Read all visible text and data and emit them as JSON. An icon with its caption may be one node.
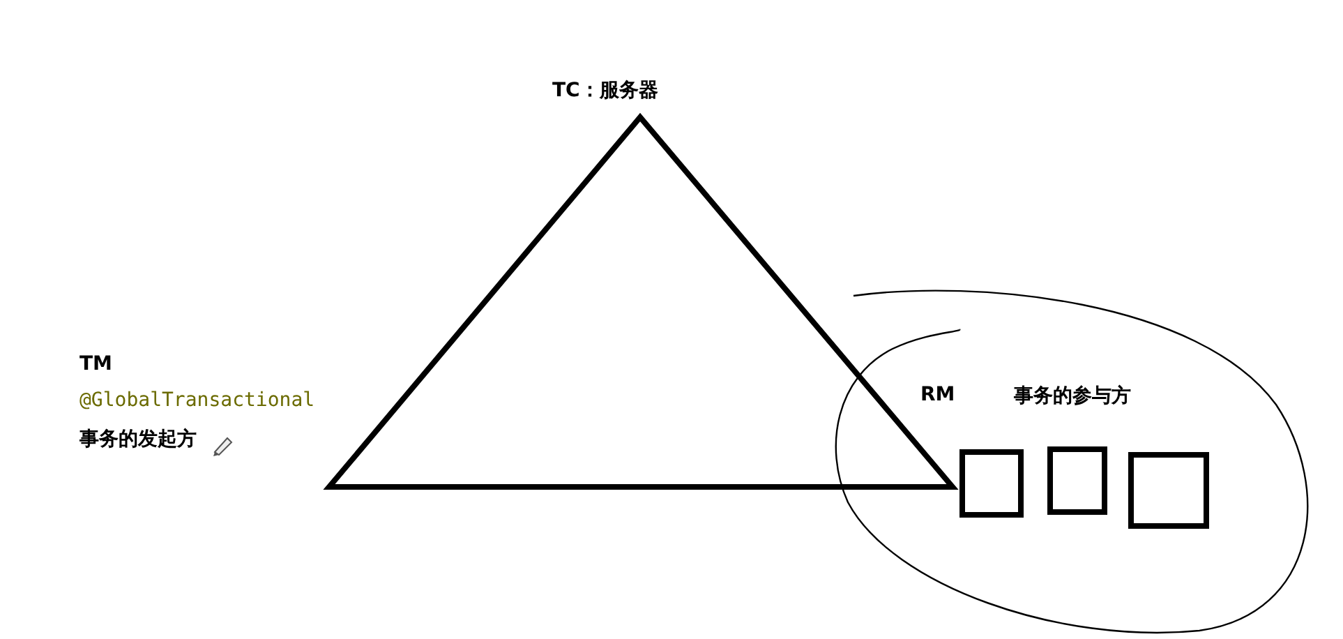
{
  "diagram": {
    "nodes": [
      {
        "text": [],
        "shape": "box"
      },
      {
        "text": [],
        "shape": "box"
      },
      {
        "text": [],
        "shape": "box"
      }
    ],
    "labels": [
      "TC：服务器",
      "TM",
      "@GlobalTransactional",
      "事务的发起方",
      "RM",
      "事务的参与方"
    ]
  }
}
